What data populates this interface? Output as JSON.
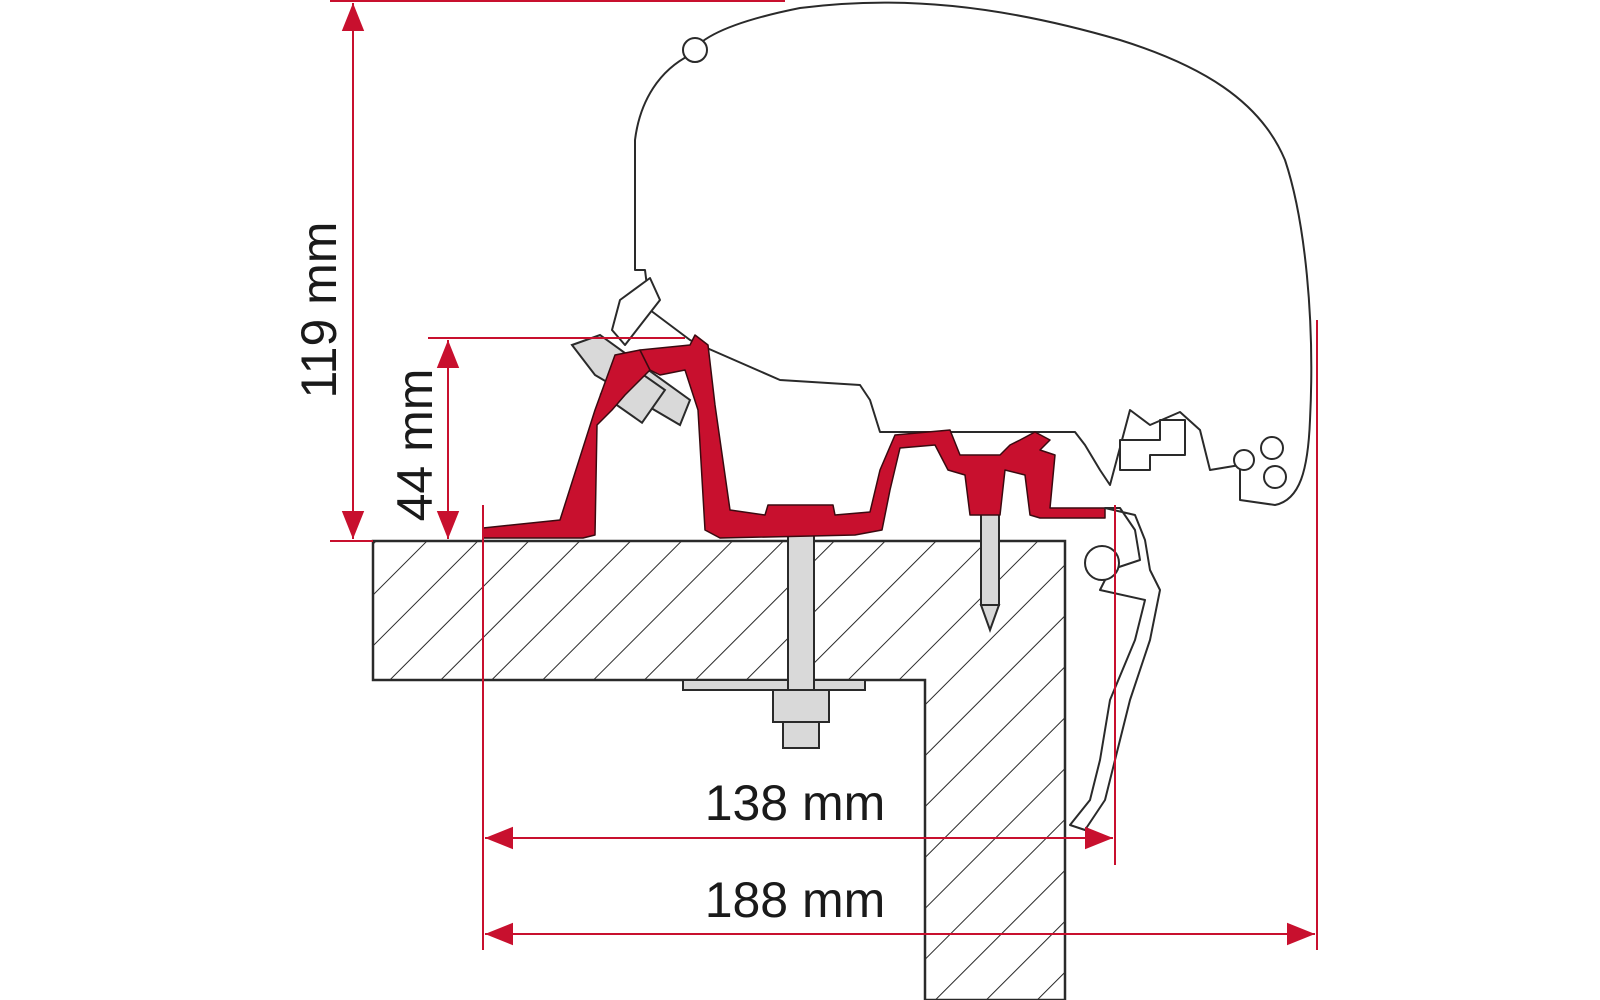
{
  "dimensions": {
    "height_total": "119 mm",
    "height_adapter": "44 mm",
    "width_inner": "138 mm",
    "width_outer": "188 mm"
  },
  "colors": {
    "dimension_lines": "#c8102e",
    "adapter_profile": "#c8102e",
    "outline": "#2a2a2a",
    "background": "#ffffff"
  }
}
